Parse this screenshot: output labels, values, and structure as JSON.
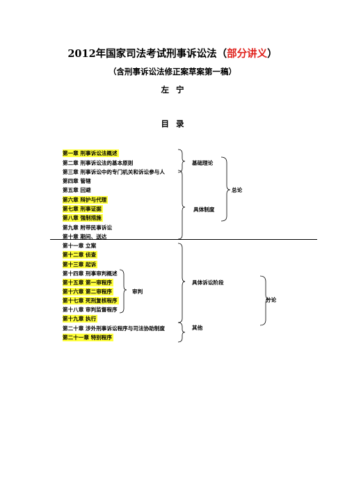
{
  "document": {
    "title_main": "2012年国家司法考试刑事诉讼法（",
    "title_highlight": "部分讲义",
    "title_end": "）",
    "subtitle": "（含刑事诉讼法修正案草案第一稿）",
    "author": "左宁",
    "toc_heading": "目录"
  },
  "colors": {
    "highlight": "#ffff3c",
    "accent_red": "#e0201b"
  },
  "chapters": [
    {
      "text": "第一章  刑事诉讼法概述",
      "highlighted": true
    },
    {
      "text": "第二章  刑事诉讼法的基本原则",
      "highlighted": false
    },
    {
      "text": "第三章  刑事诉讼中的专门机关和诉讼参与人",
      "highlighted": false
    },
    {
      "text": "第四章  管辖",
      "highlighted": false
    },
    {
      "text": "第五章  回避",
      "highlighted": false
    },
    {
      "text": "第六章  辩护与代理",
      "highlighted": true
    },
    {
      "text": "第七章  刑事证据",
      "highlighted": true
    },
    {
      "text": "第八章  强制措施",
      "highlighted": true
    },
    {
      "text": "第九章  附带民事诉讼",
      "highlighted": false
    },
    {
      "text": "第十章  期间、送达",
      "highlighted": false
    },
    {
      "text": "第十一章  立案",
      "highlighted": false
    },
    {
      "text": "第十二章  侦查",
      "highlighted": true
    },
    {
      "text": "第十三章  起诉",
      "highlighted": true
    },
    {
      "text": "第十四章  刑事审判概述",
      "highlighted": false
    },
    {
      "text": "第十五章  第一审程序",
      "highlighted": true
    },
    {
      "text": "第十六章  第二审程序",
      "highlighted": true
    },
    {
      "text": "第十七章  死刑复核程序",
      "highlighted": true
    },
    {
      "text": "第十八章  审判监督程序",
      "highlighted": false
    },
    {
      "text": "第十九章  执行",
      "highlighted": true
    },
    {
      "text": "第二十章  涉外刑事诉讼程序与司法协助制度",
      "highlighted": false
    },
    {
      "text": "第二十一章  特别程序",
      "highlighted": true
    }
  ],
  "groups": {
    "basic_theory": "基础理论",
    "specific_system": "具体制度",
    "general": "总论",
    "trial": "审判",
    "specific_stages": "具体诉讼阶段",
    "specific": "分论",
    "other": "其他"
  }
}
